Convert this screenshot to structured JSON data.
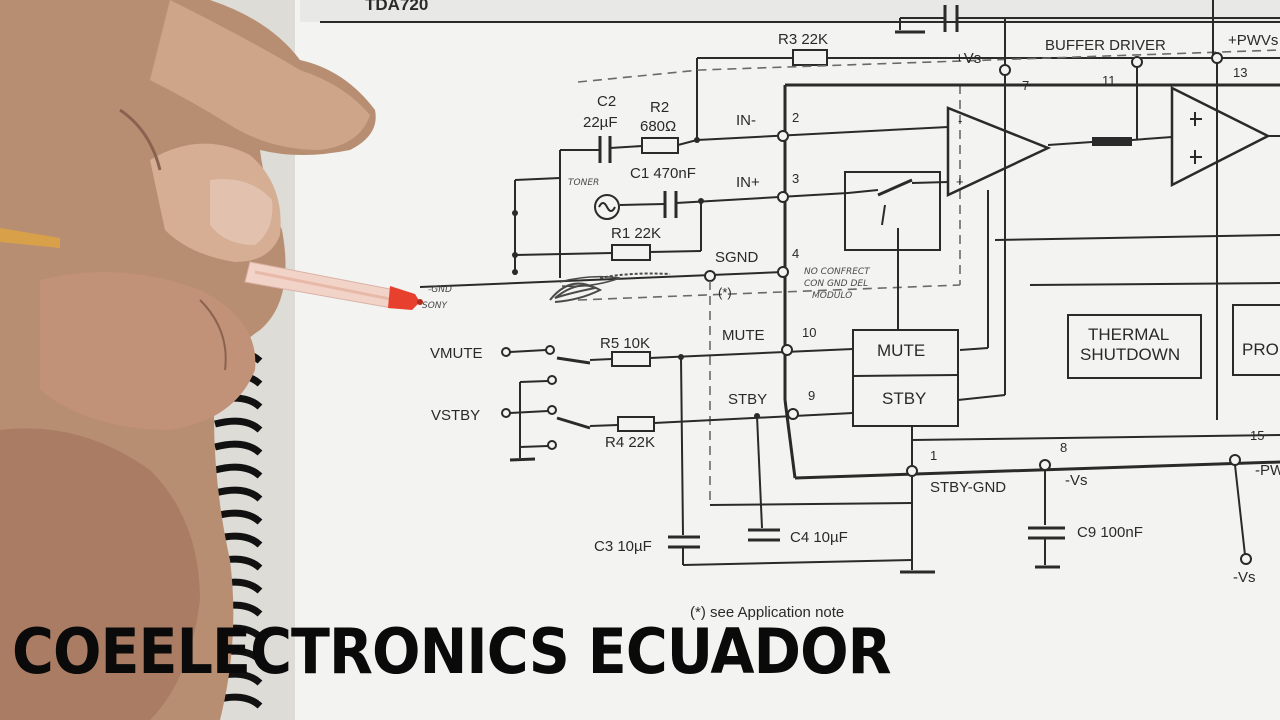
{
  "schematic": {
    "title_fragment": "TDA720",
    "labels": {
      "r3": "R3 22K",
      "buffer_driver": "BUFFER DRIVER",
      "pwvs": "+PWVs",
      "vs_plus": "+Vs",
      "c2": "C2",
      "c2_val": "22µF",
      "r2": "R2",
      "r2_val": "680Ω",
      "in_minus": "IN-",
      "c1": "C1 470nF",
      "in_plus": "IN+",
      "r1": "R1 22K",
      "sgnd": "SGND",
      "vmute": "VMUTE",
      "r5": "R5 10K",
      "mute": "MUTE",
      "vstby": "VSTBY",
      "r4": "R4 22K",
      "stby": "STBY",
      "mute_block": "MUTE",
      "stby_block": "STBY",
      "thermal_1": "THERMAL",
      "thermal_2": "SHUTDOWN",
      "prot": "PRO",
      "stby_gnd": "STBY-GND",
      "vs_minus": "-Vs",
      "vs_minus_2": "-Vs",
      "pw_minus": "-PW",
      "c3": "C3 10µF",
      "c4": "C4 10µF",
      "c9": "C9 100nF",
      "app_note": "(*) see Application note",
      "asterisk": "(*)"
    },
    "pins": {
      "p2": "2",
      "p3": "3",
      "p4": "4",
      "p10": "10",
      "p9": "9",
      "p1": "1",
      "p8": "8",
      "p15": "15",
      "p7": "7",
      "p11": "11",
      "p13": "13"
    },
    "handwritten": {
      "gnd": "-GND",
      "sony": "SONY",
      "note_1": "NO CONFRECT",
      "note_2": "CON GND DEL",
      "note_3": "MODULO",
      "tone": "TONER"
    }
  },
  "watermark": {
    "part1": "COEEL",
    "part2": "ECTRONICS",
    "part3": "ECUADOR"
  },
  "colors": {
    "paper": "#f4f4f2",
    "ink": "#2a2a2a",
    "skin": "#c9a083",
    "pen_body": "#f2d3c8",
    "pen_tip": "#e8402e",
    "binding": "#111111"
  }
}
